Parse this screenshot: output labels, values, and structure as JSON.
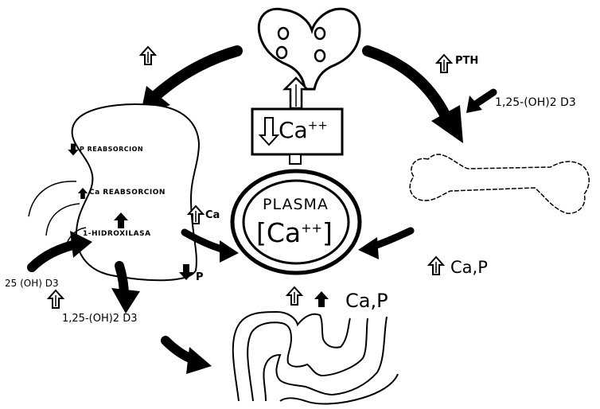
{
  "colors": {
    "ink": "#000000",
    "paper": "#ffffff"
  },
  "kidney": {
    "p_reabsorption": "P REABSORCION",
    "ca_reabsorption": "Ca REABSORCION",
    "hydroxylase": "1-HIDROXILASA"
  },
  "thyroid_box": {
    "label": "Ca",
    "superscript": "++"
  },
  "plasma": {
    "title": "PLASMA",
    "value": "[Ca",
    "superscript": "++",
    "close": "]"
  },
  "labels": {
    "pth": "PTH",
    "bone_input": "1,25-(OH)2 D3",
    "bone_output": "Ca,P",
    "kidney_ca": "Ca",
    "kidney_p": "P",
    "substrate": "25 (OH) D3",
    "product": "1,25-(OH)2 D3",
    "gut_output": "Ca,P"
  },
  "icons": [
    "up-hollow-arrow-icon",
    "down-hollow-arrow-icon",
    "up-solid-arrow-icon",
    "down-solid-arrow-icon",
    "curved-arrow-icon"
  ]
}
